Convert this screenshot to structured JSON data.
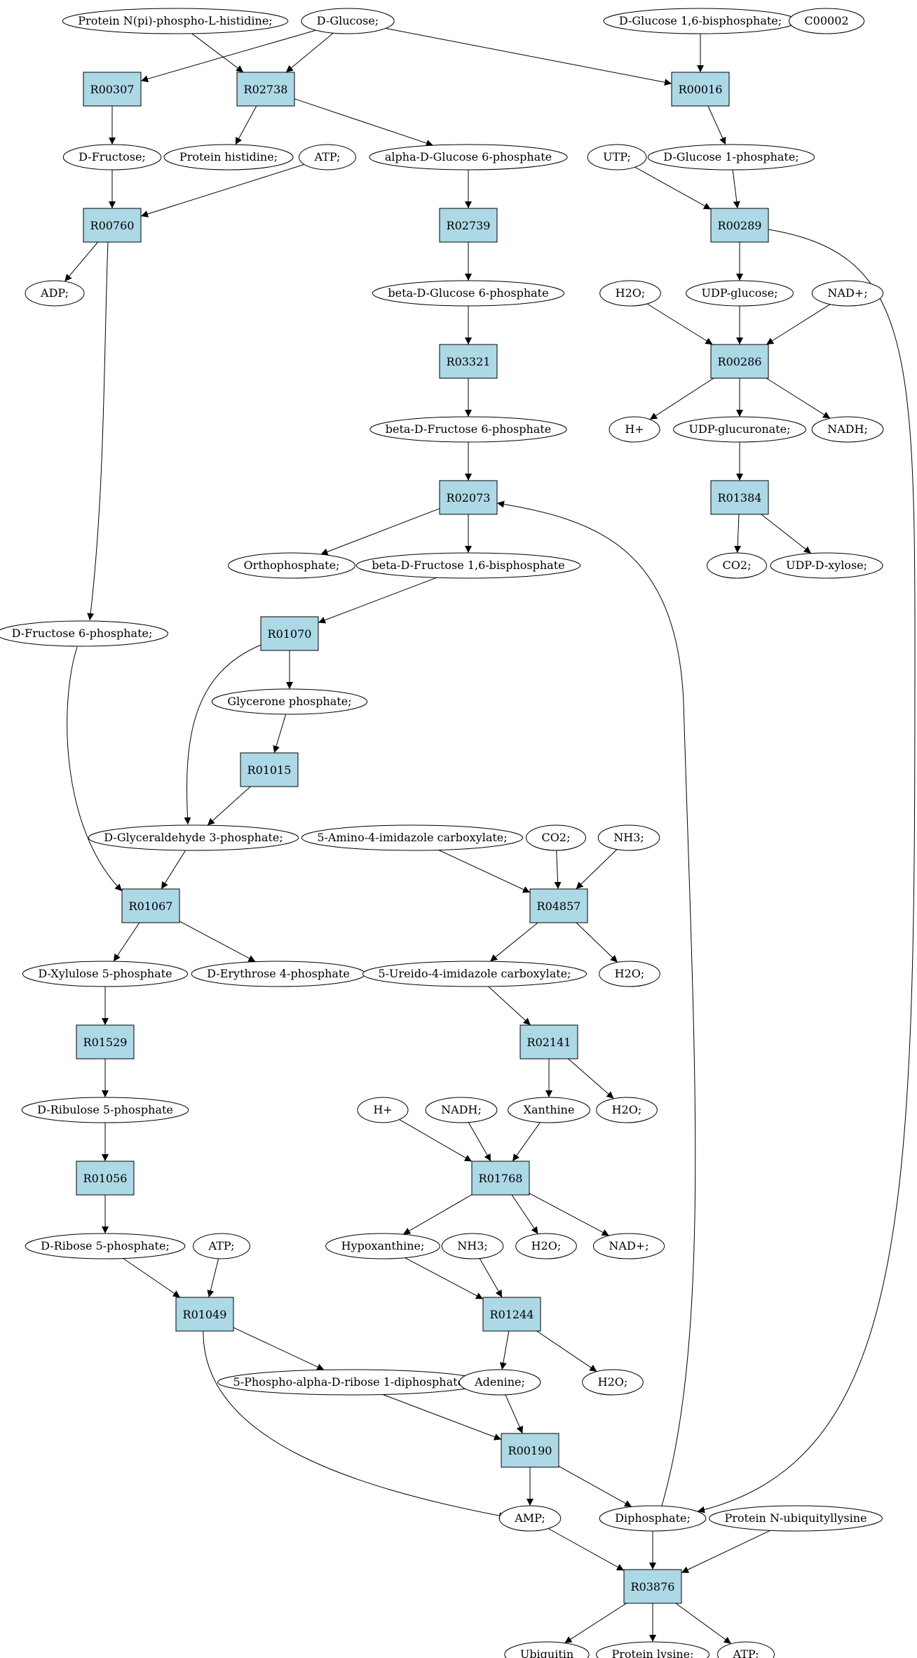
{
  "colors": {
    "reaction_fill": "#add8e6",
    "metabolite_fill": "#ffffff",
    "highlight_green": "#00e400",
    "highlight_yellow": "#ffff00"
  },
  "metabolites": [
    {
      "id": "m_protein_npi",
      "label": "Protein N(pi)-phospho-L-histidine;"
    },
    {
      "id": "m_dglucose",
      "label": "D-Glucose;",
      "fill": "green"
    },
    {
      "id": "m_dglc16bp",
      "label": "D-Glucose 1,6-bisphosphate;"
    },
    {
      "id": "m_c00002",
      "label": "C00002",
      "fill": "yellow"
    },
    {
      "id": "m_dfructose",
      "label": "D-Fructose;"
    },
    {
      "id": "m_prot_his",
      "label": "Protein histidine;"
    },
    {
      "id": "m_atp1",
      "label": "ATP;"
    },
    {
      "id": "m_ag6p",
      "label": "alpha-D-Glucose 6-phosphate"
    },
    {
      "id": "m_utp",
      "label": "UTP;"
    },
    {
      "id": "m_g1p",
      "label": "D-Glucose 1-phosphate;"
    },
    {
      "id": "m_adp",
      "label": "ADP;"
    },
    {
      "id": "m_bg6p",
      "label": "beta-D-Glucose 6-phosphate"
    },
    {
      "id": "m_h2o1",
      "label": "H2O;"
    },
    {
      "id": "m_udpglc",
      "label": "UDP-glucose;"
    },
    {
      "id": "m_nad1",
      "label": "NAD+;"
    },
    {
      "id": "m_bf6p",
      "label": "beta-D-Fructose 6-phosphate"
    },
    {
      "id": "m_hplus1",
      "label": "H+"
    },
    {
      "id": "m_udpglcA",
      "label": "UDP-glucuronate;"
    },
    {
      "id": "m_nadh1",
      "label": "NADH;"
    },
    {
      "id": "m_ortho",
      "label": "Orthophosphate;"
    },
    {
      "id": "m_fbp",
      "label": "beta-D-Fructose 1,6-bisphosphate"
    },
    {
      "id": "m_co2a",
      "label": "CO2;"
    },
    {
      "id": "m_udpxyl",
      "label": "UDP-D-xylose;"
    },
    {
      "id": "m_f6p",
      "label": "D-Fructose 6-phosphate;"
    },
    {
      "id": "m_dhap",
      "label": "Glycerone phosphate;"
    },
    {
      "id": "m_gap",
      "label": "D-Glyceraldehyde 3-phosphate;"
    },
    {
      "id": "m_aica",
      "label": "5-Amino-4-imidazole carboxylate;"
    },
    {
      "id": "m_co2b",
      "label": "CO2;"
    },
    {
      "id": "m_nh3a",
      "label": "NH3;"
    },
    {
      "id": "m_xu5p",
      "label": "D-Xylulose 5-phosphate"
    },
    {
      "id": "m_e4p",
      "label": "D-Erythrose 4-phosphate"
    },
    {
      "id": "m_uica",
      "label": "5-Ureido-4-imidazole carboxylate;"
    },
    {
      "id": "m_h2o2",
      "label": "H2O;"
    },
    {
      "id": "m_ru5p",
      "label": "D-Ribulose 5-phosphate"
    },
    {
      "id": "m_hplus2",
      "label": "H+"
    },
    {
      "id": "m_nadh2",
      "label": "NADH;"
    },
    {
      "id": "m_xanthine",
      "label": "Xanthine"
    },
    {
      "id": "m_h2o3",
      "label": "H2O;"
    },
    {
      "id": "m_r5p",
      "label": "D-Ribose 5-phosphate;"
    },
    {
      "id": "m_atp2",
      "label": "ATP;"
    },
    {
      "id": "m_hypox",
      "label": "Hypoxanthine;"
    },
    {
      "id": "m_nh3b",
      "label": "NH3;"
    },
    {
      "id": "m_h2o4",
      "label": "H2O;"
    },
    {
      "id": "m_nad2",
      "label": "NAD+;"
    },
    {
      "id": "m_prpp",
      "label": "5-Phospho-alpha-D-ribose 1-diphosphate;"
    },
    {
      "id": "m_adenine",
      "label": "Adenine;"
    },
    {
      "id": "m_h2o5",
      "label": "H2O;"
    },
    {
      "id": "m_amp",
      "label": "AMP;"
    },
    {
      "id": "m_ppi",
      "label": "Diphosphate;"
    },
    {
      "id": "m_prot_ublys",
      "label": "Protein N-ubiquityllysine"
    },
    {
      "id": "m_ubiquitin",
      "label": "Ubiquitin"
    },
    {
      "id": "m_prot_lys",
      "label": "Protein lysine;"
    },
    {
      "id": "m_atp3",
      "label": "ATP;"
    }
  ],
  "reactions": [
    {
      "id": "r_R00307",
      "label": "R00307"
    },
    {
      "id": "r_R02738",
      "label": "R02738"
    },
    {
      "id": "r_R00016",
      "label": "R00016"
    },
    {
      "id": "r_R00760",
      "label": "R00760"
    },
    {
      "id": "r_R02739",
      "label": "R02739"
    },
    {
      "id": "r_R00289",
      "label": "R00289"
    },
    {
      "id": "r_R03321",
      "label": "R03321"
    },
    {
      "id": "r_R00286",
      "label": "R00286"
    },
    {
      "id": "r_R02073",
      "label": "R02073"
    },
    {
      "id": "r_R01384",
      "label": "R01384"
    },
    {
      "id": "r_R01070",
      "label": "R01070"
    },
    {
      "id": "r_R01015",
      "label": "R01015"
    },
    {
      "id": "r_R01067",
      "label": "R01067"
    },
    {
      "id": "r_R04857",
      "label": "R04857"
    },
    {
      "id": "r_R01529",
      "label": "R01529"
    },
    {
      "id": "r_R02141",
      "label": "R02141"
    },
    {
      "id": "r_R01056",
      "label": "R01056"
    },
    {
      "id": "r_R01768",
      "label": "R01768"
    },
    {
      "id": "r_R01049",
      "label": "R01049"
    },
    {
      "id": "r_R01244",
      "label": "R01244"
    },
    {
      "id": "r_R00190",
      "label": "R00190"
    },
    {
      "id": "r_R03876",
      "label": "R03876"
    }
  ],
  "edges": [
    {
      "from": "m_dglucose",
      "to": "r_R00307"
    },
    {
      "from": "m_dglucose",
      "to": "r_R02738"
    },
    {
      "from": "m_protein_npi",
      "to": "r_R02738"
    },
    {
      "from": "m_dglucose",
      "to": "r_R00016"
    },
    {
      "from": "m_dglc16bp",
      "to": "r_R00016"
    },
    {
      "from": "r_R00307",
      "to": "m_dfructose"
    },
    {
      "from": "r_R02738",
      "to": "m_prot_his"
    },
    {
      "from": "r_R02738",
      "to": "m_ag6p"
    },
    {
      "from": "r_R00016",
      "to": "m_g1p"
    },
    {
      "from": "m_dfructose",
      "to": "r_R00760"
    },
    {
      "from": "m_atp1",
      "to": "r_R00760"
    },
    {
      "from": "r_R00760",
      "to": "m_adp"
    },
    {
      "from": "r_R00760",
      "to": "m_f6p"
    },
    {
      "from": "m_ag6p",
      "to": "r_R02739"
    },
    {
      "from": "r_R02739",
      "to": "m_bg6p"
    },
    {
      "from": "m_bg6p",
      "to": "r_R03321"
    },
    {
      "from": "r_R03321",
      "to": "m_bf6p"
    },
    {
      "from": "m_bf6p",
      "to": "r_R02073"
    },
    {
      "from": "m_ppi",
      "to": "r_R02073"
    },
    {
      "from": "r_R02073",
      "to": "m_ortho"
    },
    {
      "from": "r_R02073",
      "to": "m_fbp"
    },
    {
      "from": "m_utp",
      "to": "r_R00289"
    },
    {
      "from": "m_g1p",
      "to": "r_R00289"
    },
    {
      "from": "r_R00289",
      "to": "m_udpglc"
    },
    {
      "from": "r_R00289",
      "to": "m_ppi"
    },
    {
      "from": "m_h2o1",
      "to": "r_R00286"
    },
    {
      "from": "m_udpglc",
      "to": "r_R00286"
    },
    {
      "from": "m_nad1",
      "to": "r_R00286"
    },
    {
      "from": "r_R00286",
      "to": "m_hplus1"
    },
    {
      "from": "r_R00286",
      "to": "m_udpglcA"
    },
    {
      "from": "r_R00286",
      "to": "m_nadh1"
    },
    {
      "from": "m_udpglcA",
      "to": "r_R01384"
    },
    {
      "from": "r_R01384",
      "to": "m_co2a"
    },
    {
      "from": "r_R01384",
      "to": "m_udpxyl"
    },
    {
      "from": "m_fbp",
      "to": "r_R01070"
    },
    {
      "from": "r_R01070",
      "to": "m_dhap"
    },
    {
      "from": "r_R01070",
      "to": "m_gap"
    },
    {
      "from": "m_dhap",
      "to": "r_R01015"
    },
    {
      "from": "r_R01015",
      "to": "m_gap"
    },
    {
      "from": "m_gap",
      "to": "r_R01067"
    },
    {
      "from": "m_f6p",
      "to": "r_R01067"
    },
    {
      "from": "r_R01067",
      "to": "m_xu5p"
    },
    {
      "from": "r_R01067",
      "to": "m_e4p"
    },
    {
      "from": "m_xu5p",
      "to": "r_R01529"
    },
    {
      "from": "r_R01529",
      "to": "m_ru5p"
    },
    {
      "from": "m_ru5p",
      "to": "r_R01056"
    },
    {
      "from": "r_R01056",
      "to": "m_r5p"
    },
    {
      "from": "m_r5p",
      "to": "r_R01049"
    },
    {
      "from": "m_atp2",
      "to": "r_R01049"
    },
    {
      "from": "r_R01049",
      "to": "m_prpp"
    },
    {
      "from": "r_R01049",
      "to": "m_amp"
    },
    {
      "from": "m_aica",
      "to": "r_R04857"
    },
    {
      "from": "m_co2b",
      "to": "r_R04857"
    },
    {
      "from": "m_nh3a",
      "to": "r_R04857"
    },
    {
      "from": "r_R04857",
      "to": "m_uica"
    },
    {
      "from": "r_R04857",
      "to": "m_h2o2"
    },
    {
      "from": "m_uica",
      "to": "r_R02141"
    },
    {
      "from": "r_R02141",
      "to": "m_xanthine"
    },
    {
      "from": "r_R02141",
      "to": "m_h2o3"
    },
    {
      "from": "m_hplus2",
      "to": "r_R01768"
    },
    {
      "from": "m_nadh2",
      "to": "r_R01768"
    },
    {
      "from": "m_xanthine",
      "to": "r_R01768"
    },
    {
      "from": "r_R01768",
      "to": "m_hypox"
    },
    {
      "from": "r_R01768",
      "to": "m_h2o4"
    },
    {
      "from": "r_R01768",
      "to": "m_nad2"
    },
    {
      "from": "m_hypox",
      "to": "r_R01244"
    },
    {
      "from": "m_nh3b",
      "to": "r_R01244"
    },
    {
      "from": "r_R01244",
      "to": "m_adenine"
    },
    {
      "from": "r_R01244",
      "to": "m_h2o5"
    },
    {
      "from": "m_prpp",
      "to": "r_R00190"
    },
    {
      "from": "m_adenine",
      "to": "r_R00190"
    },
    {
      "from": "r_R00190",
      "to": "m_amp"
    },
    {
      "from": "r_R00190",
      "to": "m_ppi"
    },
    {
      "from": "m_amp",
      "to": "r_R03876"
    },
    {
      "from": "m_ppi",
      "to": "r_R03876"
    },
    {
      "from": "m_prot_ublys",
      "to": "r_R03876"
    },
    {
      "from": "r_R03876",
      "to": "m_ubiquitin"
    },
    {
      "from": "r_R03876",
      "to": "m_prot_lys"
    },
    {
      "from": "r_R03876",
      "to": "m_atp3"
    }
  ]
}
